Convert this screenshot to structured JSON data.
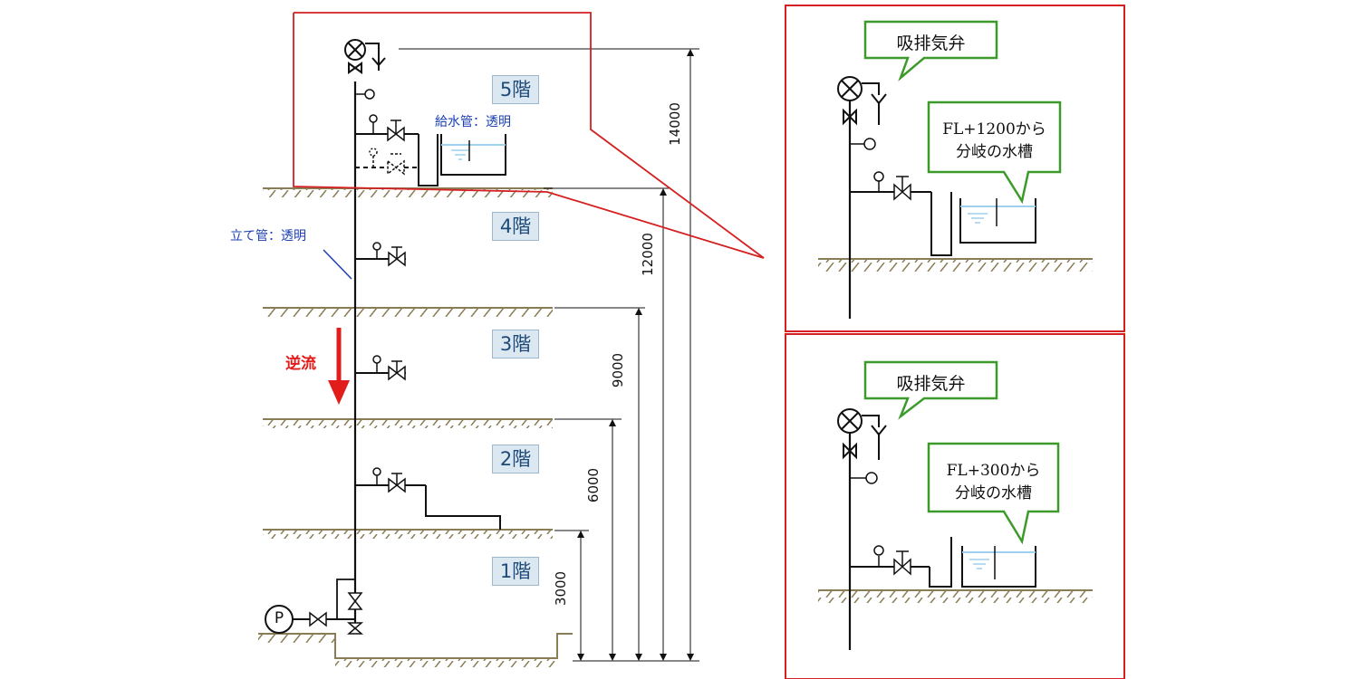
{
  "floors": [
    "5階",
    "4階",
    "3階",
    "2階",
    "1階"
  ],
  "labels": {
    "supply_pipe": "給水管：透明",
    "riser_pipe": "立て管：透明",
    "backflow": "逆流",
    "pump": "P"
  },
  "dimensions": [
    "14000",
    "12000",
    "9000",
    "6000",
    "3000"
  ],
  "callouts": {
    "top": {
      "valve": "吸排気弁",
      "tank_line1": "FL+1200から",
      "tank_line2": "分岐の水槽"
    },
    "bottom": {
      "valve": "吸排気弁",
      "tank_line1": "FL+300から",
      "tank_line2": "分岐の水槽"
    }
  },
  "colors": {
    "highlight_frame": "#d42020",
    "callout_border": "#3c9a2a",
    "pipe": "#111111",
    "backflow_arrow": "#e21b1b",
    "water": "#9fd0ee"
  }
}
